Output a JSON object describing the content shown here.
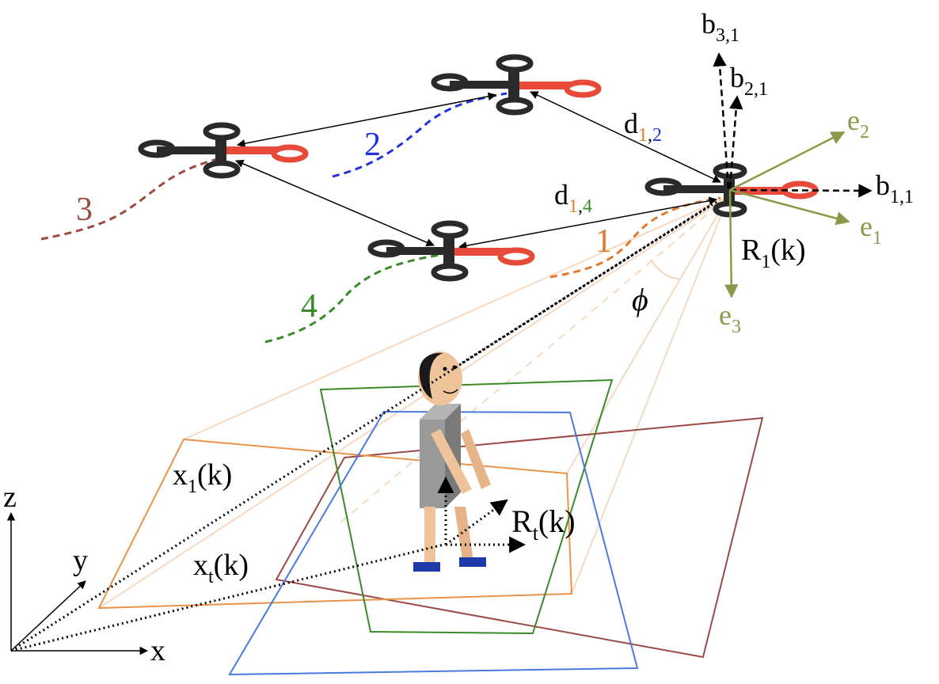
{
  "labels": {
    "uav_1": "1",
    "uav_2": "2",
    "uav_3": "3",
    "uav_4": "4",
    "d12": {
      "main": "d",
      "sub_a": "1",
      "sub_sep": ",",
      "sub_b": "2"
    },
    "d14": {
      "main": "d",
      "sub_a": "1",
      "sub_sep": ",",
      "sub_b": "4"
    },
    "b11": {
      "main": "b",
      "sub": "1,1"
    },
    "b21": {
      "main": "b",
      "sub": "2,1"
    },
    "b31": {
      "main": "b",
      "sub": "3,1"
    },
    "e1": {
      "main": "e",
      "sub": "1"
    },
    "e2": {
      "main": "e",
      "sub": "2"
    },
    "e3": {
      "main": "e",
      "sub": "3"
    },
    "R1": {
      "main": "R",
      "sub": "1",
      "tail": "(k)"
    },
    "phi": "ϕ",
    "x1": {
      "main": "x",
      "sub": "1",
      "tail": "(k)"
    },
    "xt": {
      "main": "x",
      "sub": "t",
      "tail": "(k)"
    },
    "Rt": {
      "main": "R",
      "sub": "t",
      "tail": "(k)"
    },
    "axis_x": "x",
    "axis_y": "y",
    "axis_z": "z"
  },
  "colors": {
    "uav1": "#e07a2f",
    "uav2": "#2233dd",
    "uav3": "#9b4a44",
    "uav4": "#3a8a2a",
    "frame_e": "#8a9a4a",
    "footprint_orange": "#e8924a",
    "footprint_green": "#3a8a2a",
    "footprint_blue": "#4a7ae0",
    "footprint_brown": "#9b4a44",
    "cone": "#f6d9c0",
    "drone_body": "#2a2a2a",
    "drone_front": "#e84a3a"
  }
}
